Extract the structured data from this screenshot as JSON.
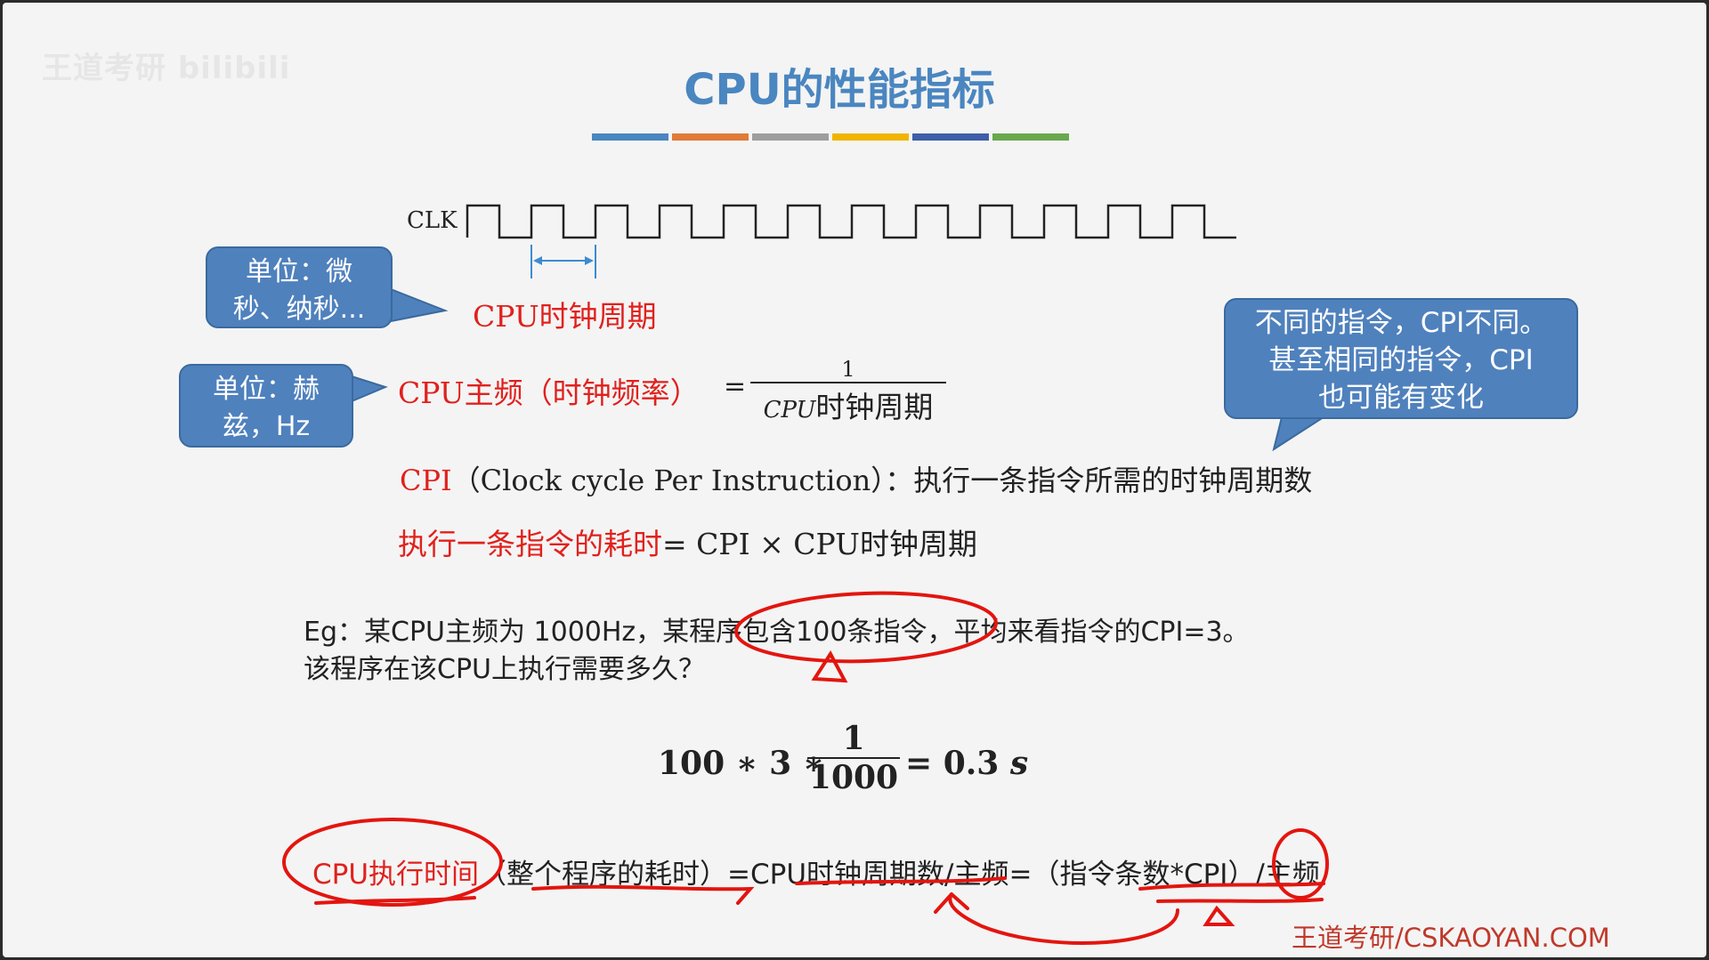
{
  "slide": {
    "watermark": "王道考研 bilibili",
    "title": "CPU的性能指标",
    "color_bar": [
      "#4a86c0",
      "#e07b39",
      "#9e9e9e",
      "#f0b400",
      "#3e5fa8",
      "#6aa84f"
    ],
    "clk_label": "CLK",
    "bubbles": {
      "unit_time": [
        "单位：微",
        "秒、纳秒..."
      ],
      "unit_freq": [
        "单位：赫",
        "兹，Hz"
      ],
      "cpi_note": [
        "不同的指令，CPI不同。",
        "甚至相同的指令，CPI",
        "也可能有变化"
      ]
    },
    "clock_period_label": "CPU时钟周期",
    "freq_formula": {
      "lhs": "CPU主频（时钟频率）",
      "eq": "=",
      "numerator": "1",
      "den_italic": "CPU",
      "den_text": "时钟周期"
    },
    "cpi_def": {
      "term": "CPI",
      "expansion": "（Clock cycle Per Instruction）",
      "definition": "：执行一条指令所需的时钟周期数"
    },
    "instr_time": {
      "lhs": "执行一条指令的耗时",
      "rhs": "= CPI × CPU时钟周期"
    },
    "example": {
      "line1": "Eg：某CPU主频为 1000Hz，某程序包含100条指令，平均来看指令的CPI=3。",
      "line2": "该程序在该CPU上执行需要多久？"
    },
    "calc": {
      "part1": "100 ∗ 3 ∗",
      "numerator": "1",
      "denominator": "1000",
      "result": "= 0.3",
      "unit": "s"
    },
    "exec_formula": {
      "red_part": "CPU执行时间",
      "rest": "（整个程序的耗时）=CPU时钟周期数/主频=（指令条数*CPI）/主频"
    },
    "brand": "王道考研/CSKAOYAN.COM"
  }
}
